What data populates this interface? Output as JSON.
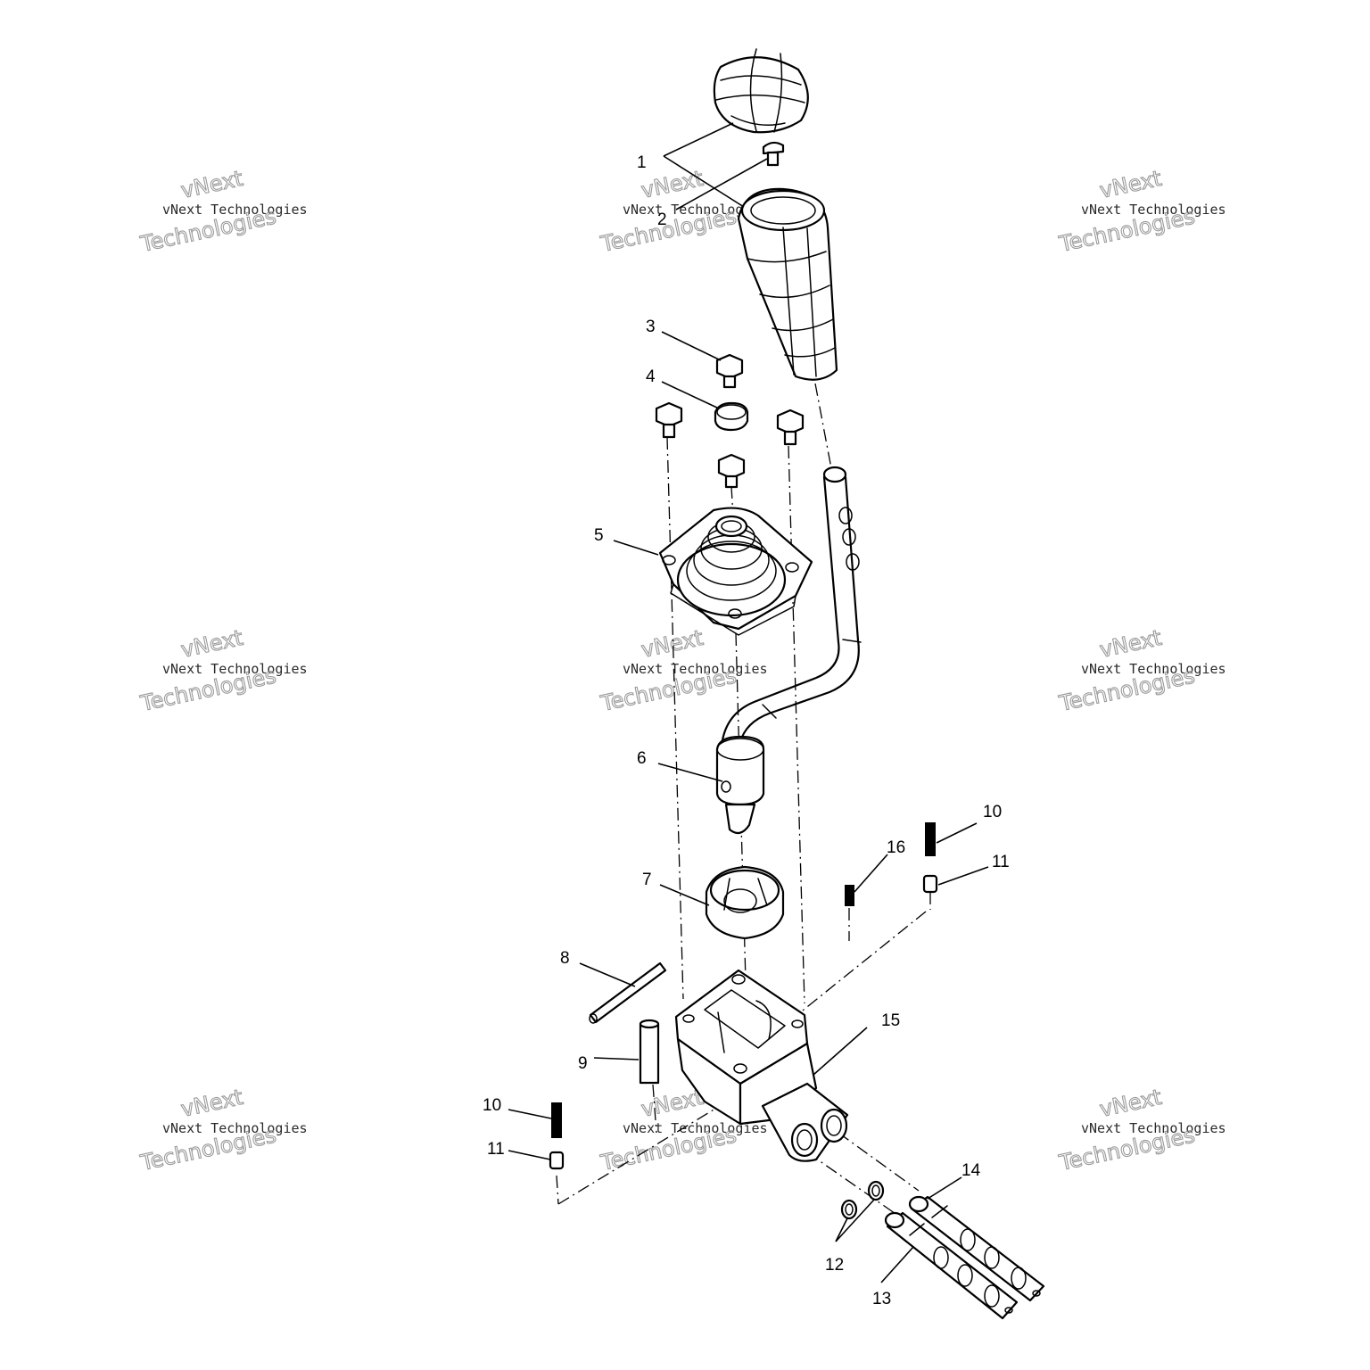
{
  "callouts": [
    {
      "id": "c1",
      "text": "1"
    },
    {
      "id": "c2",
      "text": "2"
    },
    {
      "id": "c3",
      "text": "3"
    },
    {
      "id": "c4",
      "text": "4"
    },
    {
      "id": "c5",
      "text": "5"
    },
    {
      "id": "c6",
      "text": "6"
    },
    {
      "id": "c7",
      "text": "7"
    },
    {
      "id": "c8",
      "text": "8"
    },
    {
      "id": "c9",
      "text": "9"
    },
    {
      "id": "c10a",
      "text": "10"
    },
    {
      "id": "c10b",
      "text": "10"
    },
    {
      "id": "c11a",
      "text": "11"
    },
    {
      "id": "c11b",
      "text": "11"
    },
    {
      "id": "c12",
      "text": "12"
    },
    {
      "id": "c13",
      "text": "13"
    },
    {
      "id": "c14",
      "text": "14"
    },
    {
      "id": "c15",
      "text": "15"
    },
    {
      "id": "c16",
      "text": "16"
    }
  ],
  "watermark": {
    "line1": "vNext",
    "line2": "vNext Technologies",
    "line3": "Technologies"
  }
}
